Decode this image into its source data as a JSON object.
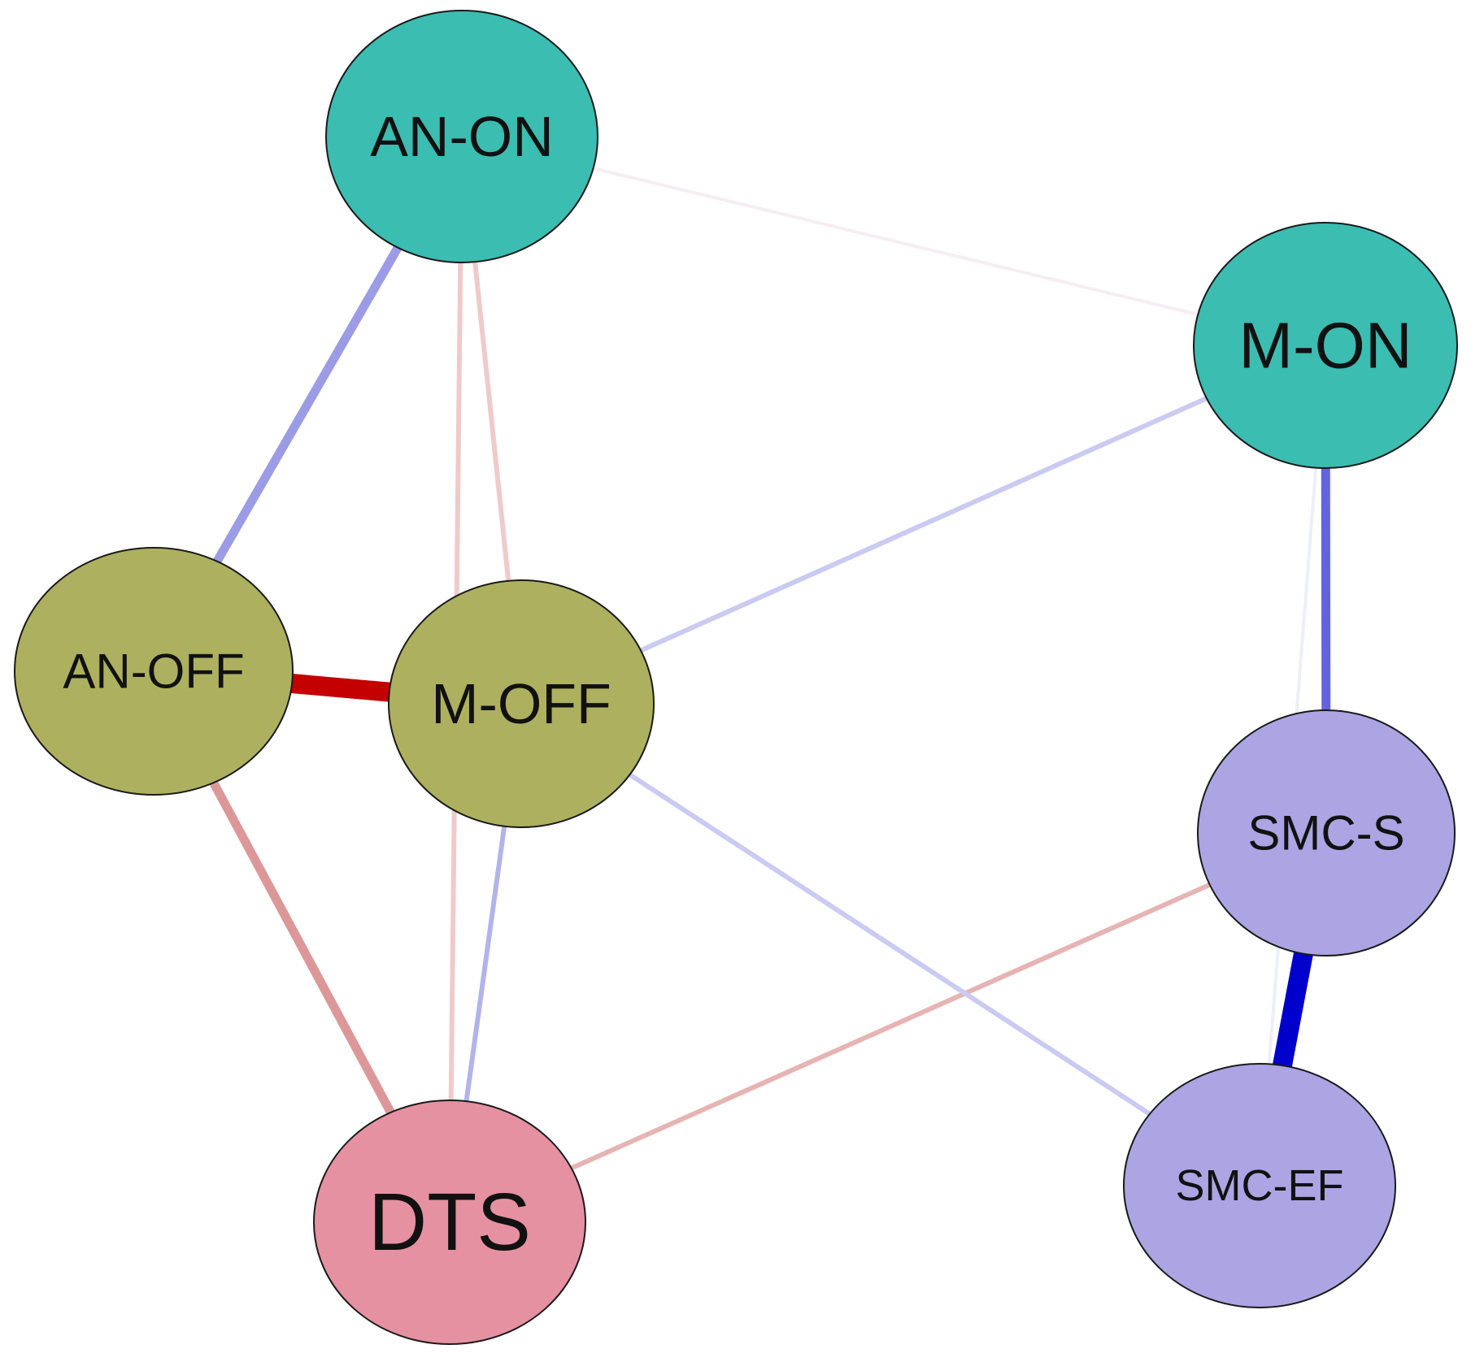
{
  "nodes": [
    {
      "id": "AN-ON",
      "label": "AN-ON",
      "group": "on",
      "color": "#3bbdb1"
    },
    {
      "id": "M-ON",
      "label": "M-ON",
      "group": "on",
      "color": "#3bbdb1"
    },
    {
      "id": "AN-OFF",
      "label": "AN-OFF",
      "group": "off",
      "color": "#adb15f"
    },
    {
      "id": "M-OFF",
      "label": "M-OFF",
      "group": "off",
      "color": "#adb15f"
    },
    {
      "id": "SMC-S",
      "label": "SMC-S",
      "group": "smc",
      "color": "#aca4e3"
    },
    {
      "id": "SMC-EF",
      "label": "SMC-EF",
      "group": "smc",
      "color": "#aca4e3"
    },
    {
      "id": "DTS",
      "label": "DTS",
      "group": "dts",
      "color": "#e591a2"
    }
  ],
  "edges": [
    {
      "source": "AN-OFF",
      "target": "M-OFF",
      "sign": "positive",
      "strength": "strong",
      "color": "#c40000"
    },
    {
      "source": "SMC-S",
      "target": "SMC-EF",
      "sign": "negative",
      "strength": "strong",
      "color": "#0000cc"
    },
    {
      "source": "M-ON",
      "target": "SMC-S",
      "sign": "negative",
      "strength": "moderate",
      "color": "#6363e0"
    },
    {
      "source": "AN-ON",
      "target": "AN-OFF",
      "sign": "negative",
      "strength": "moderate",
      "color": "#9b9be6"
    },
    {
      "source": "AN-OFF",
      "target": "DTS",
      "sign": "positive",
      "strength": "moderate",
      "color": "#dc9898"
    },
    {
      "source": "M-OFF",
      "target": "DTS",
      "sign": "negative",
      "strength": "weak",
      "color": "#b3b3ec"
    },
    {
      "source": "SMC-S",
      "target": "DTS",
      "sign": "positive",
      "strength": "weak",
      "color": "#e6b4b4"
    },
    {
      "source": "M-ON",
      "target": "M-OFF",
      "sign": "negative",
      "strength": "weak",
      "color": "#cacaf2"
    },
    {
      "source": "M-OFF",
      "target": "SMC-EF",
      "sign": "negative",
      "strength": "weak",
      "color": "#cacaf2"
    },
    {
      "source": "AN-ON",
      "target": "M-OFF",
      "sign": "positive",
      "strength": "weak",
      "color": "#f0caca"
    },
    {
      "source": "AN-ON",
      "target": "DTS",
      "sign": "positive",
      "strength": "weak",
      "color": "#f0caca"
    },
    {
      "source": "AN-ON",
      "target": "M-ON",
      "sign": "positive",
      "strength": "faint",
      "color": "#f6eef2"
    },
    {
      "source": "M-ON",
      "target": "SMC-EF",
      "sign": "negative",
      "strength": "faint",
      "color": "#eeeefa"
    }
  ]
}
